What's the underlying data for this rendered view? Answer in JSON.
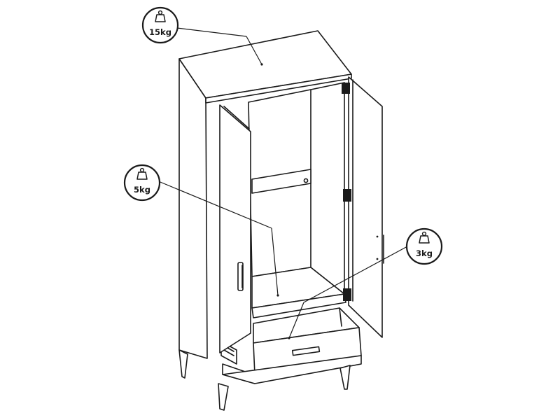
{
  "weight_labels": {
    "top": "15kg",
    "shelf": "5kg",
    "drawer": "3kg"
  },
  "icons": {
    "weight": "weight-icon"
  },
  "colors": {
    "line": "#1a1a1a",
    "background": "#ffffff"
  }
}
